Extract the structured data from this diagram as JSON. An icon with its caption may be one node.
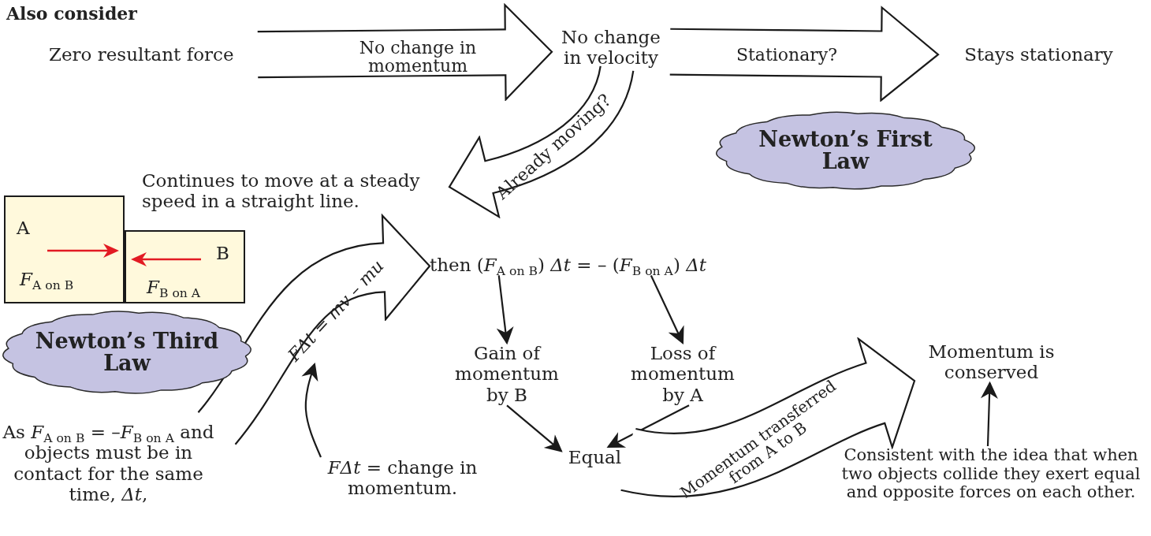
{
  "diagram": {
    "nodes": [
      {
        "text": [
          "Zero resultant force"
        ]
      },
      {
        "text": [
          "No change in velocity"
        ]
      },
      {
        "text": [
          "Stays stationary"
        ]
      },
      {
        "text": [
          "Newton’s First Law"
        ]
      },
      {
        "text": [
          "Continues to move at a steady speed in a straight line."
        ]
      },
      {
        "text": [
          "A",
          "*F*$_{A on B}$"
        ]
      },
      {
        "text": [
          "B",
          "*F*$_{B on A}$"
        ]
      },
      {
        "text": [
          "Newton’s Third Law"
        ]
      },
      {
        "text": [
          "As *F*$_{A on B}$ = –*F*$_{B on A}$ and objects must be in contact for the same time, *Δt*,"
        ]
      },
      {
        "text": [
          "then (*F*$_{A on B}$) *Δt* = – (*F*$_{B on A}$) *Δt*"
        ]
      },
      {
        "text": [
          "*FΔt* = change in momentum."
        ]
      },
      {
        "text": [
          "Gain of momentum by B"
        ]
      },
      {
        "text": [
          "Loss of momentum by A"
        ]
      },
      {
        "text": [
          "Equal"
        ]
      },
      {
        "text": [
          "Momentum is conserved"
        ]
      },
      {
        "text": [
          "Consistent with the idea that when two objects collide they exert equal and opposite forces on each other."
        ]
      }
    ],
    "edges": [
      {
        "from": 0,
        "to": 1,
        "arrow": "to",
        "label": "No change in momentum",
        "style": "thick"
      },
      {
        "from": 1,
        "to": 2,
        "arrow": "to",
        "label": "Stationary?",
        "style": "thick"
      },
      {
        "from": 1,
        "to": 4,
        "arrow": "to",
        "label": "Already moving?",
        "style": "thick"
      },
      {
        "from": 8,
        "to": 9,
        "arrow": "to",
        "label": "*FΔt* = *mv* – *mu*",
        "style": "thick"
      },
      {
        "from": 9,
        "to": 11,
        "arrow": "to"
      },
      {
        "from": 9,
        "to": 12,
        "arrow": "to"
      },
      {
        "from": 11,
        "to": 13,
        "arrow": "to"
      },
      {
        "from": 12,
        "to": 13,
        "arrow": "to"
      },
      {
        "from": 13,
        "to": 14,
        "arrow": "to",
        "label": "Momentum transferred from A to B",
        "style": "thick"
      },
      {
        "from": 15,
        "to": 14,
        "arrow": "to"
      },
      {
        "from": 10,
        "to": null,
        "arrow": "to"
      }
    ],
    "labels": [
      "Also consider"
    ]
  }
}
